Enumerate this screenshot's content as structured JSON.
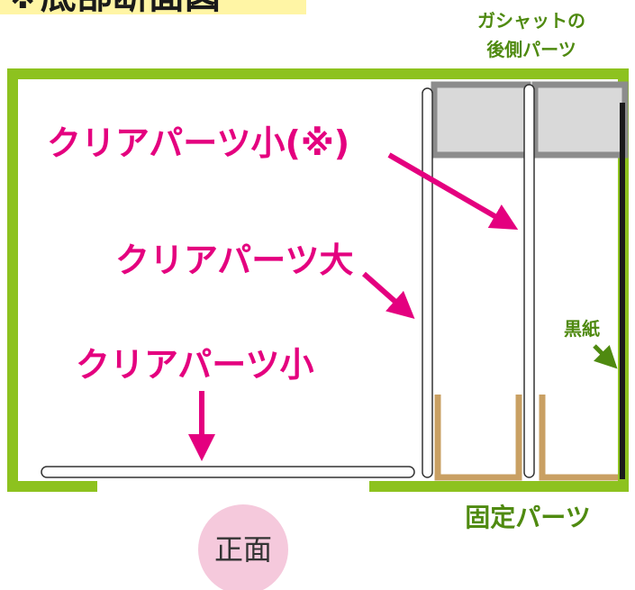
{
  "title": "※底部断面図",
  "labels": {
    "gashat_back_line1": "ガシャットの",
    "gashat_back_line2": "後側パーツ",
    "clear_small_note": "クリアパーツ小(※)",
    "clear_large": "クリアパーツ大",
    "clear_small": "クリアパーツ小",
    "black_paper": "黒紙",
    "fixed_part": "固定パーツ",
    "front": "正面"
  },
  "colors": {
    "frame_green": "#8DC21F",
    "label_magenta": "#E4007F",
    "label_green": "#4F8A10",
    "title_highlight": "#FFF5A5",
    "fixed_part_tan": "#C9A063",
    "gashat_fill": "#D9D9D9",
    "gashat_border": "#8C8C8C",
    "front_circle": "#F5C9DC"
  }
}
